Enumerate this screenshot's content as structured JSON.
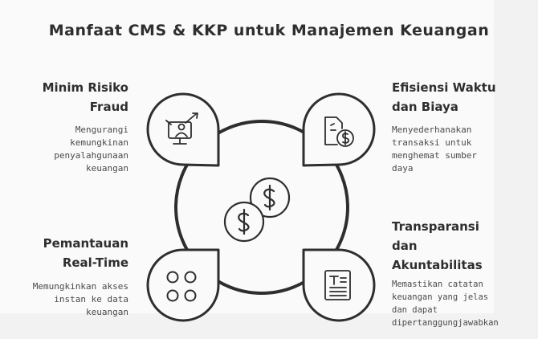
{
  "title": "Manfaat CMS & KKP untuk Manajemen Keuangan",
  "benefits": [
    {
      "heading_lines": [
        "Minim Risiko",
        "Fraud"
      ],
      "desc_lines": [
        "Mengurangi",
        "kemungkinan",
        "penyalahgunaan",
        "keuangan"
      ],
      "icon": "computer-hacker-icon"
    },
    {
      "heading_lines": [
        "Efisiensi Waktu",
        "dan Biaya"
      ],
      "desc_lines": [
        "Menyederhanakan",
        "transaksi untuk",
        "menghemat sumber",
        "daya"
      ],
      "icon": "document-dollar-icon"
    },
    {
      "heading_lines": [
        "Pemantauan",
        "Real-Time"
      ],
      "desc_lines": [
        "Memungkinkan akses",
        "instan ke data",
        "keuangan"
      ],
      "icon": "four-circles-grid-icon"
    },
    {
      "heading_lines": [
        "Transparansi",
        "dan",
        "Akuntabilitas"
      ],
      "desc_lines": [
        "Memastikan catatan",
        "keuangan yang jelas",
        "dan dapat",
        "dipertanggungjawabkan"
      ],
      "icon": "document-text-icon"
    }
  ],
  "center_icon": "coins-dollar-icon",
  "colors": {
    "stroke": "#2e2e2e",
    "background": "#fafafa",
    "outer": "#f2f2f2"
  }
}
